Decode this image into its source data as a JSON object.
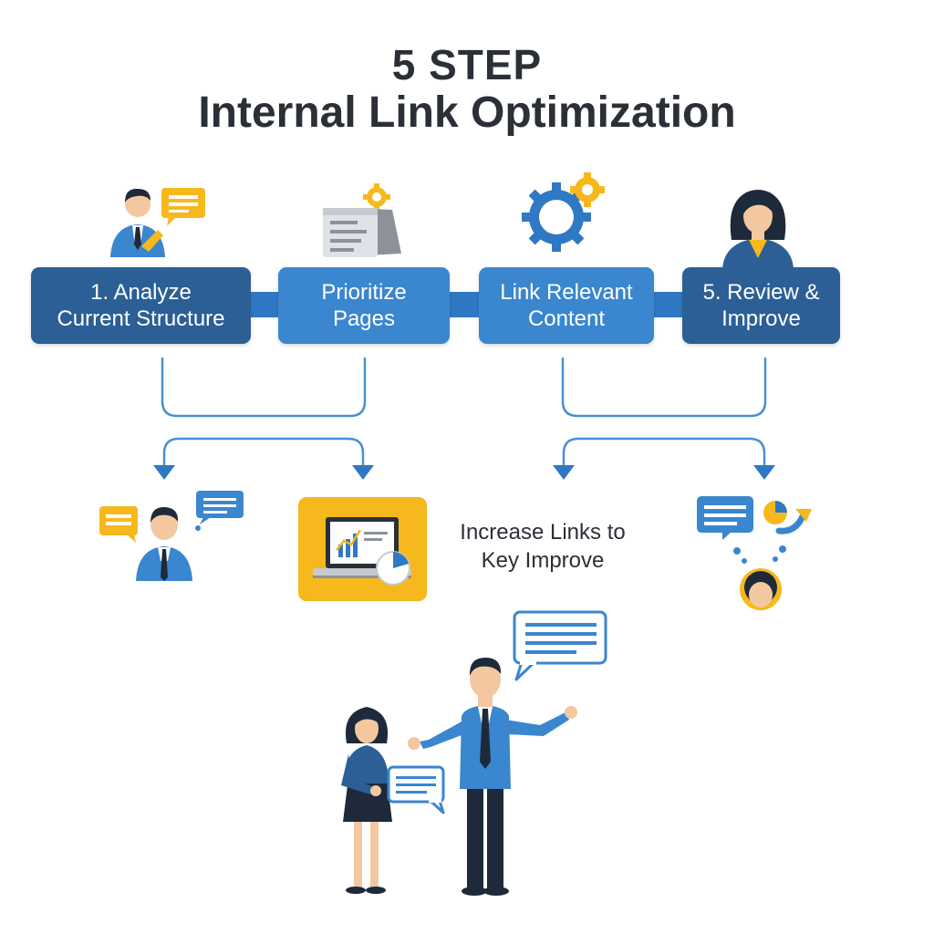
{
  "title": {
    "line1": "5 STEP",
    "line2": "Internal Link Optimization"
  },
  "steps": [
    {
      "line1": "1. Analyze",
      "line2": "Current Structure"
    },
    {
      "line1": "Prioritize",
      "line2": "Pages"
    },
    {
      "line1": "Link Relevant",
      "line2": "Content"
    },
    {
      "line1": "5. Review &",
      "line2": "Improve"
    }
  ],
  "outcome": {
    "line1": "Increase Links to",
    "line2": "Key Improve"
  },
  "colors": {
    "step_dark": "#2b5f96",
    "step_mid": "#3a86cf",
    "accent_yellow": "#f6b81c",
    "line_blue": "#4a90d0",
    "text_dark": "#2b2f36"
  },
  "icons": [
    "consultant-chat-icon",
    "document-gear-icon",
    "gears-icon",
    "woman-avatar-icon",
    "meeting-chat-icon",
    "laptop-analytics-icon",
    "feedback-cycle-icon",
    "presenters-illustration"
  ]
}
